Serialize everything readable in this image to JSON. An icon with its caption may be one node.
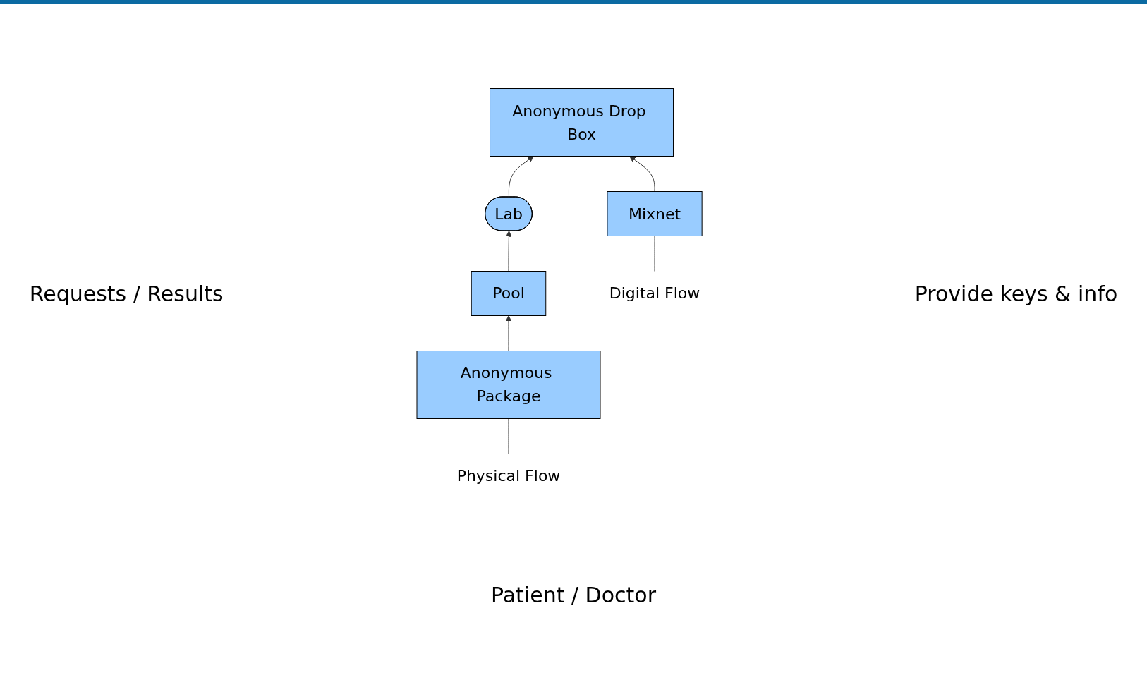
{
  "diagram": {
    "nodes": [
      {
        "text": [
          "Lab"
        ]
      },
      {
        "text": [
          "Anonymous Drop Box"
        ]
      },
      {
        "text": [
          "Pool"
        ]
      },
      {
        "text": [
          "Mixnet"
        ]
      },
      {
        "text": [
          "Anonymous Package"
        ]
      },
      {
        "text": [
          "Digital Flow"
        ]
      },
      {
        "text": [
          "Physical Flow"
        ]
      }
    ],
    "edges": [
      {
        "from": 0,
        "to": 1,
        "arrow": "to"
      },
      {
        "from": 2,
        "to": 0,
        "arrow": "to"
      },
      {
        "from": 3,
        "to": 1,
        "arrow": "to"
      },
      {
        "from": 4,
        "to": 2,
        "arrow": "to"
      },
      {
        "from": 5,
        "to": 3,
        "arrow": "none"
      },
      {
        "from": 6,
        "to": 4,
        "arrow": "none"
      }
    ],
    "labels": [
      "Provide keys & info",
      "Requests / Results",
      "Patient / Doctor"
    ]
  }
}
